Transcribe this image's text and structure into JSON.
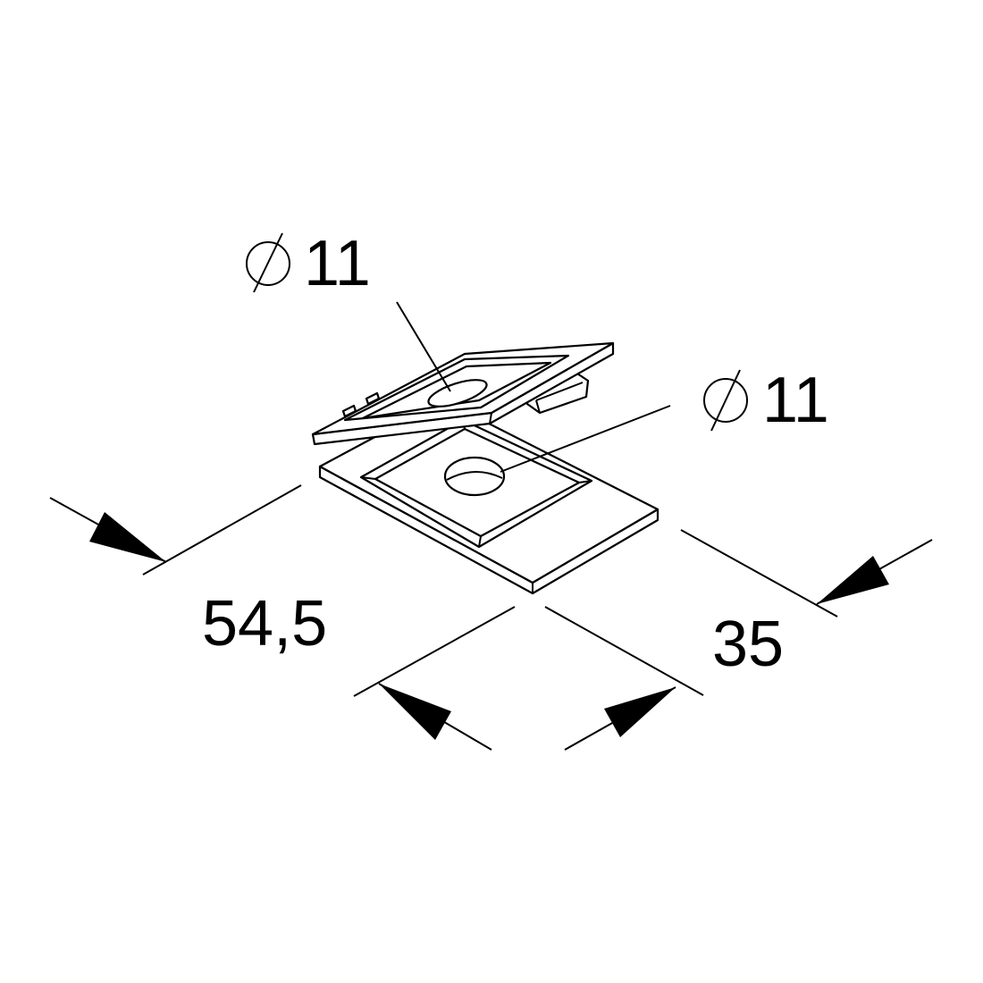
{
  "drawing": {
    "dimensions": {
      "length": "54,5",
      "width": "35",
      "hole_top": {
        "symbol": "⌀",
        "value": "11"
      },
      "hole_right": {
        "symbol": "⌀",
        "value": "11"
      }
    }
  }
}
